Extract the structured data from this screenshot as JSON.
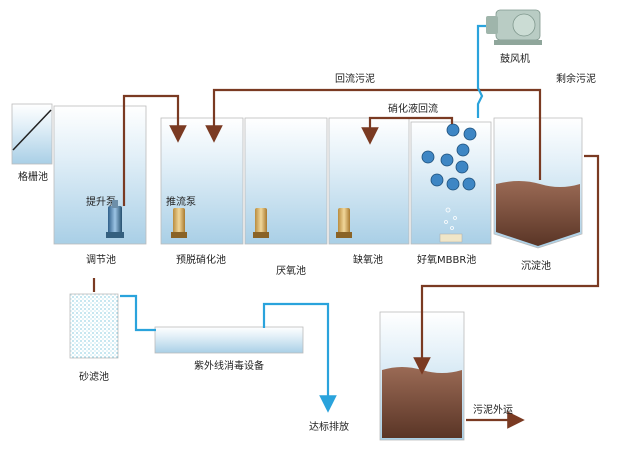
{
  "labels": {
    "grille": "格栅池",
    "regulating_tank": "调节池",
    "lift_pump": "提升泵",
    "pre_denitrification": "预脱硝化池",
    "push_flow_pump": "推流泵",
    "anaerobic_tank": "厌氧池",
    "anoxic_tank": "缺氧池",
    "aerobic_mbbr": "好氧MBBR池",
    "sedimentation_tank": "沉淀池",
    "blower": "鼓风机",
    "return_sludge": "回流污泥",
    "excess_sludge": "剩余污泥",
    "nitrification_reflux": "硝化液回流",
    "sand_filter": "砂滤池",
    "uv_disinfection": "紫外线消毒设备",
    "discharge": "达标排放",
    "sludge_out": "污泥外运"
  },
  "colors": {
    "sludge_line": "#7a3a22",
    "water_line": "#2aa3dc",
    "tank_water": "#cfe6f3",
    "sludge": "#6b4233"
  }
}
